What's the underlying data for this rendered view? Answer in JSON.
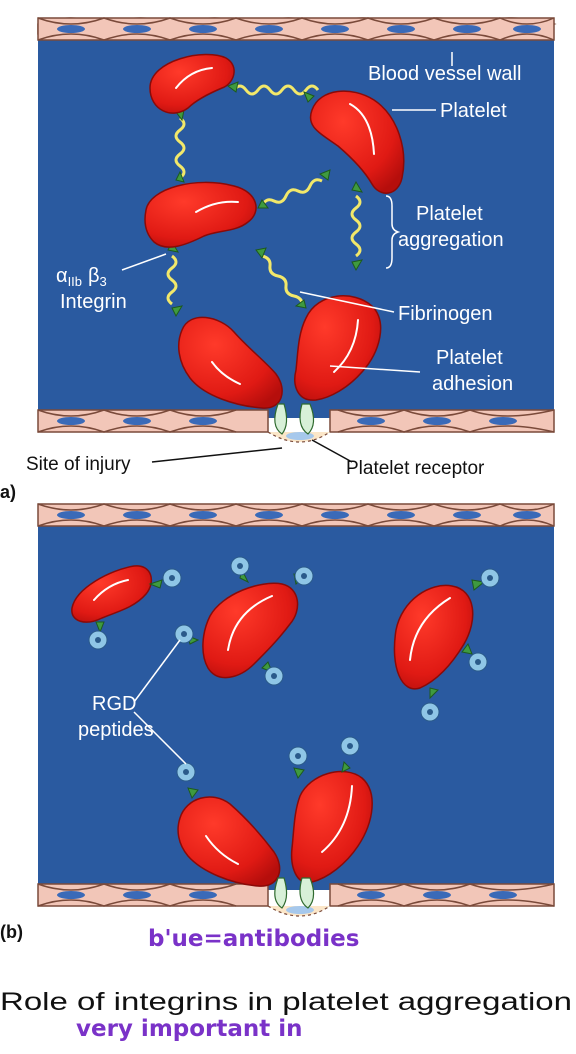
{
  "panel_a": {
    "letter": "a)",
    "labels": {
      "vessel_wall": "Blood vessel wall",
      "platelet": "Platelet",
      "aggregation_line1": "Platelet",
      "aggregation_line2": "aggregation",
      "integrin_line1": "α",
      "integrin_sub1": "IIb",
      "integrin_beta": "β",
      "integrin_sub2": "3",
      "integrin_line2": "Integrin",
      "fibrinogen": "Fibrinogen",
      "adhesion_line1": "Platelet",
      "adhesion_line2": "adhesion",
      "site_of_injury": "Site of injury",
      "platelet_receptor": "Platelet receptor"
    }
  },
  "panel_b": {
    "letter": "(b)",
    "labels": {
      "rgd_line1": "RGD",
      "rgd_line2": "peptides"
    },
    "handwritten_note": "b'ue=antibodies"
  },
  "caption": "Role of integrins in platelet aggregation",
  "handwritten_caption_note": "very important in",
  "colors": {
    "vessel_blue": "#2a5aa0",
    "platelet_red": "#e01a14",
    "cell_pink": "#f2c6b8",
    "linker_yellow": "#f2e86a",
    "integrin_green": "#3f9a3f",
    "peptide_blue": "#8fc6e6",
    "handwriting_purple": "#7a32c8"
  }
}
